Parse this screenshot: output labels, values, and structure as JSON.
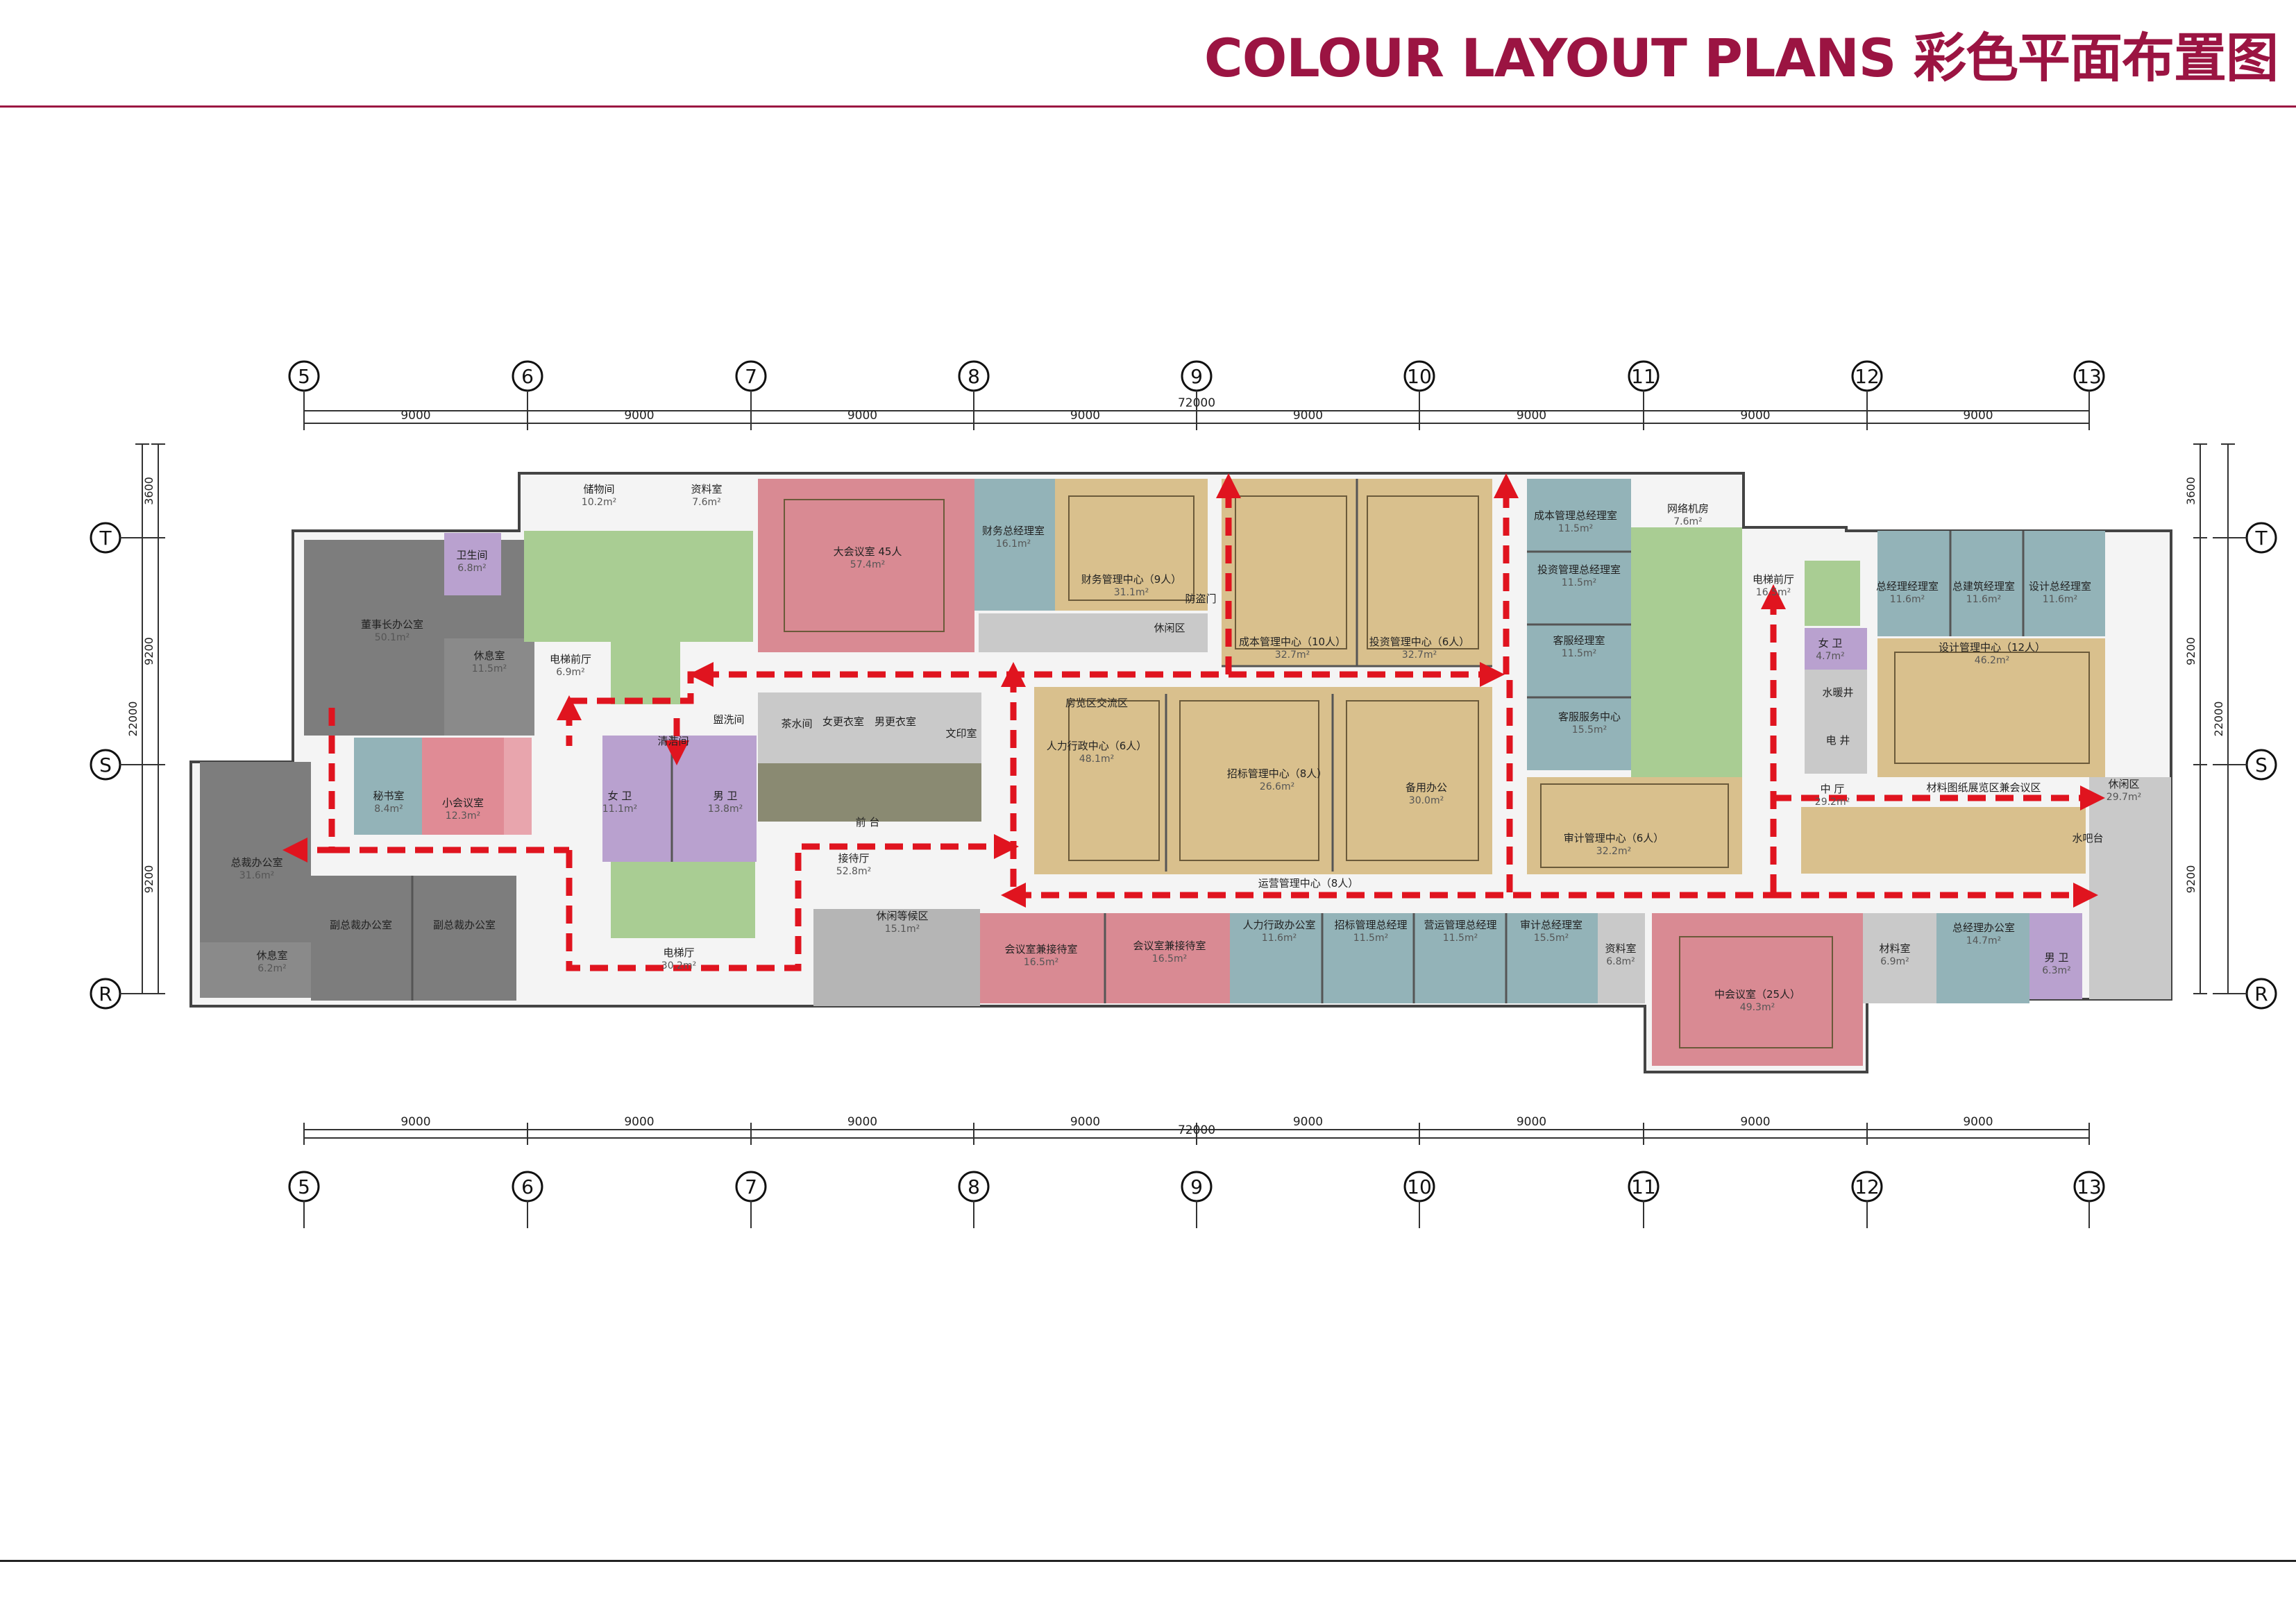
{
  "title": "COLOUR LAYOUT PLANS 彩色平面布置图",
  "axes": {
    "columns": [
      "5",
      "6",
      "7",
      "8",
      "9",
      "10",
      "11",
      "12",
      "13"
    ],
    "rows": [
      "T",
      "S",
      "R"
    ]
  },
  "dimensions": {
    "total": "72000",
    "bay": "9000",
    "left": [
      "3600",
      "9200",
      "22000",
      "9200"
    ],
    "right": [
      "3600",
      "9200",
      "22000",
      "9200"
    ]
  },
  "colors": {
    "executive": "#7d7d7d",
    "conference": "#d98a93",
    "staircase": "#a9cd93",
    "office_open": "#d9c08d",
    "manager": "#93b3b8",
    "restroom": "#b9a1cf",
    "service": "#c9c9c9",
    "path": "#e0141f"
  },
  "rooms": [
    {
      "id": "storage",
      "name": "储物间",
      "area": "10.2m²"
    },
    {
      "id": "archive-1",
      "name": "资料室",
      "area": "7.6m²"
    },
    {
      "id": "big-meeting",
      "name": "大会议室 45人",
      "area": "57.4m²"
    },
    {
      "id": "finance-gm",
      "name": "财务总经理室",
      "area": "16.1m²"
    },
    {
      "id": "finance-center",
      "name": "财务管理中心（9人）",
      "area": "31.1m²"
    },
    {
      "id": "safe-door",
      "name": "防盗门",
      "area": ""
    },
    {
      "id": "lounge-1",
      "name": "休闲区",
      "area": ""
    },
    {
      "id": "cost-center",
      "name": "成本管理中心（10人）",
      "area": "32.7m²"
    },
    {
      "id": "invest-center",
      "name": "投资管理中心（6人）",
      "area": "32.7m²"
    },
    {
      "id": "cost-gm",
      "name": "成本管理总经理室",
      "area": "11.5m²"
    },
    {
      "id": "invest-gm",
      "name": "投资管理总经理室",
      "area": "11.5m²"
    },
    {
      "id": "cs-manager",
      "name": "客服经理室",
      "area": "11.5m²"
    },
    {
      "id": "cs-center",
      "name": "客服服务中心",
      "area": "15.5m²"
    },
    {
      "id": "network",
      "name": "网络机房",
      "area": "7.6m²"
    },
    {
      "id": "elevator-lobby-2",
      "name": "电梯前厅",
      "area": "16.5m²"
    },
    {
      "id": "gm-manager",
      "name": "总经理经理室",
      "area": "11.6m²"
    },
    {
      "id": "arch-gm",
      "name": "总建筑经理室",
      "area": "11.6m²"
    },
    {
      "id": "design-gm",
      "name": "设计总经理室",
      "area": "11.6m²"
    },
    {
      "id": "restroom-f2",
      "name": "女 卫",
      "area": "4.7m²"
    },
    {
      "id": "design-center",
      "name": "设计管理中心（12人）",
      "area": "46.2m²"
    },
    {
      "id": "water-shaft",
      "name": "水暖井",
      "area": ""
    },
    {
      "id": "elec-shaft",
      "name": "电 井",
      "area": ""
    },
    {
      "id": "chairman",
      "name": "董事长办公室",
      "area": "50.1m²"
    },
    {
      "id": "bath-1",
      "name": "卫生间",
      "area": "6.8m²"
    },
    {
      "id": "rest-1",
      "name": "休息室",
      "area": "11.5m²"
    },
    {
      "id": "elevator-lobby-1",
      "name": "电梯前厅",
      "area": "6.9m²"
    },
    {
      "id": "secretary",
      "name": "秘书室",
      "area": "8.4m²"
    },
    {
      "id": "small-meeting",
      "name": "小会议室",
      "area": "12.3m²"
    },
    {
      "id": "president",
      "name": "总裁办公室",
      "area": "31.6m²"
    },
    {
      "id": "rest-2",
      "name": "休息室",
      "area": "6.2m²"
    },
    {
      "id": "vp-1",
      "name": "副总裁办公室",
      "area": ""
    },
    {
      "id": "vp-2",
      "name": "副总裁办公室",
      "area": ""
    },
    {
      "id": "wash-room",
      "name": "盥洗间",
      "area": ""
    },
    {
      "id": "restroom-f",
      "name": "女 卫",
      "area": "11.1m²"
    },
    {
      "id": "restroom-m",
      "name": "男 卫",
      "area": "13.8m²"
    },
    {
      "id": "cleaning",
      "name": "清洁间",
      "area": ""
    },
    {
      "id": "tea-room",
      "name": "茶水间",
      "area": ""
    },
    {
      "id": "locker-f",
      "name": "女更衣室",
      "area": ""
    },
    {
      "id": "locker-m",
      "name": "男更衣室",
      "area": ""
    },
    {
      "id": "files",
      "name": "文印室",
      "area": ""
    },
    {
      "id": "front-desk",
      "name": "前 台",
      "area": ""
    },
    {
      "id": "reception",
      "name": "接待厅",
      "area": "52.8m²"
    },
    {
      "id": "elevator-hall",
      "name": "电梯厅",
      "area": "30.2m²"
    },
    {
      "id": "lounge-wait",
      "name": "休闲等候区",
      "area": "15.1m²"
    },
    {
      "id": "meeting-reception-1",
      "name": "会议室兼接待室",
      "area": "16.5m²"
    },
    {
      "id": "meeting-reception-2",
      "name": "会议室兼接待室",
      "area": "16.5m²"
    },
    {
      "id": "exhibit",
      "name": "房览区交流区",
      "area": ""
    },
    {
      "id": "hr-center",
      "name": "人力行政中心（6人）",
      "area": "48.1m²"
    },
    {
      "id": "bid-center",
      "name": "招标管理中心（8人）",
      "area": "26.6m²"
    },
    {
      "id": "spare-office",
      "name": "备用办公",
      "area": "30.0m²"
    },
    {
      "id": "ops-center",
      "name": "运营管理中心（8人）",
      "area": ""
    },
    {
      "id": "audit-center",
      "name": "审计管理中心（6人）",
      "area": "32.2m²"
    },
    {
      "id": "hr-admin",
      "name": "人力行政办公室",
      "area": "11.6m²"
    },
    {
      "id": "bid-gm",
      "name": "招标管理总经理",
      "area": "11.5m²"
    },
    {
      "id": "ops-gm",
      "name": "营运管理总经理",
      "area": "11.5m²"
    },
    {
      "id": "audit-gm",
      "name": "审计总经理室",
      "area": "15.5m²"
    },
    {
      "id": "archive-2",
      "name": "资料室",
      "area": "6.8m²"
    },
    {
      "id": "mid-meeting",
      "name": "中会议室（25人）",
      "area": "49.3m²"
    },
    {
      "id": "materials",
      "name": "材料室",
      "area": "6.9m²"
    },
    {
      "id": "gm-office",
      "name": "总经理办公室",
      "area": "14.7m²"
    },
    {
      "id": "restroom-m2",
      "name": "男 卫",
      "area": "6.3m²"
    },
    {
      "id": "middle-hall",
      "name": "中 厅",
      "area": "29.2m²"
    },
    {
      "id": "material-display",
      "name": "材料图纸展览区兼会议区",
      "area": ""
    },
    {
      "id": "lounge-2",
      "name": "休闲区",
      "area": "29.7m²"
    },
    {
      "id": "water-bar",
      "name": "水吧台",
      "area": ""
    }
  ]
}
